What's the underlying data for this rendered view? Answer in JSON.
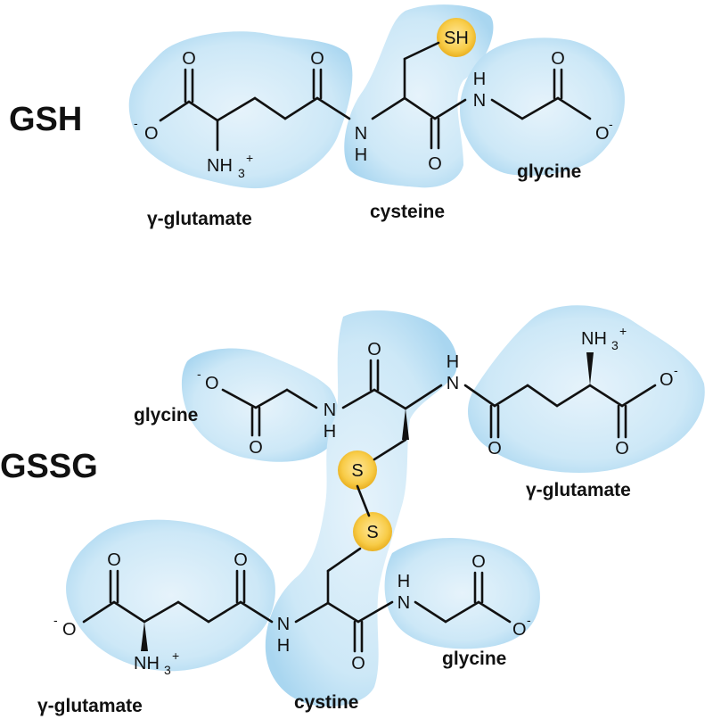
{
  "colors": {
    "residue_highlight": "#bfe0f4",
    "sulfur_highlight": "#f5c43a",
    "bond": "#111111"
  },
  "gsh": {
    "name": "GSH",
    "atoms": {
      "carboxyl_o_top": "O",
      "carboxyl_o_minus": "O",
      "charge_minus": "-",
      "amine": "NH",
      "amine_sub": "3",
      "amine_sup": "+",
      "amide1_o": "O",
      "amide1_n": "N",
      "amide1_h": "H",
      "thiol": "SH",
      "amide2_o": "O",
      "amide2_n": "N",
      "amide2_h": "H",
      "gly_o_top": "O",
      "gly_o_minus": "O",
      "gly_charge_minus": "-"
    },
    "residues": {
      "glutamate": "γ-glutamate",
      "cysteine": "cysteine",
      "glycine": "glycine"
    }
  },
  "gssg": {
    "name": "GSSG",
    "upper": {
      "residues": {
        "glycine": "glycine",
        "glutamate": "γ-glutamate"
      },
      "atoms": {
        "gly_o_minus": "O",
        "gly_charge_minus": "-",
        "gly_o": "O",
        "amide_n": "N",
        "amide_h": "H",
        "cys_o": "O",
        "amide2_n": "N",
        "amide2_h": "H",
        "glu_o": "O",
        "amine": "NH",
        "amine_sub": "3",
        "amine_sup": "+",
        "carb_o_minus": "O",
        "carb_charge_minus": "-",
        "carb_o": "O",
        "sulfur": "S"
      }
    },
    "lower": {
      "residues": {
        "glutamate": "γ-glutamate",
        "cystine": "cystine",
        "glycine": "glycine"
      },
      "atoms": {
        "carb_o_top": "O",
        "carb_o_minus": "O",
        "carb_charge_minus": "-",
        "amine": "NH",
        "amine_sub": "3",
        "amine_sup": "+",
        "amide1_o": "O",
        "amide1_n": "N",
        "amide1_h": "H",
        "sulfur": "S",
        "amide2_o": "O",
        "amide2_n": "N",
        "amide2_h": "H",
        "gly_o_top": "O",
        "gly_o_minus": "O",
        "gly_charge_minus": "-"
      }
    }
  }
}
